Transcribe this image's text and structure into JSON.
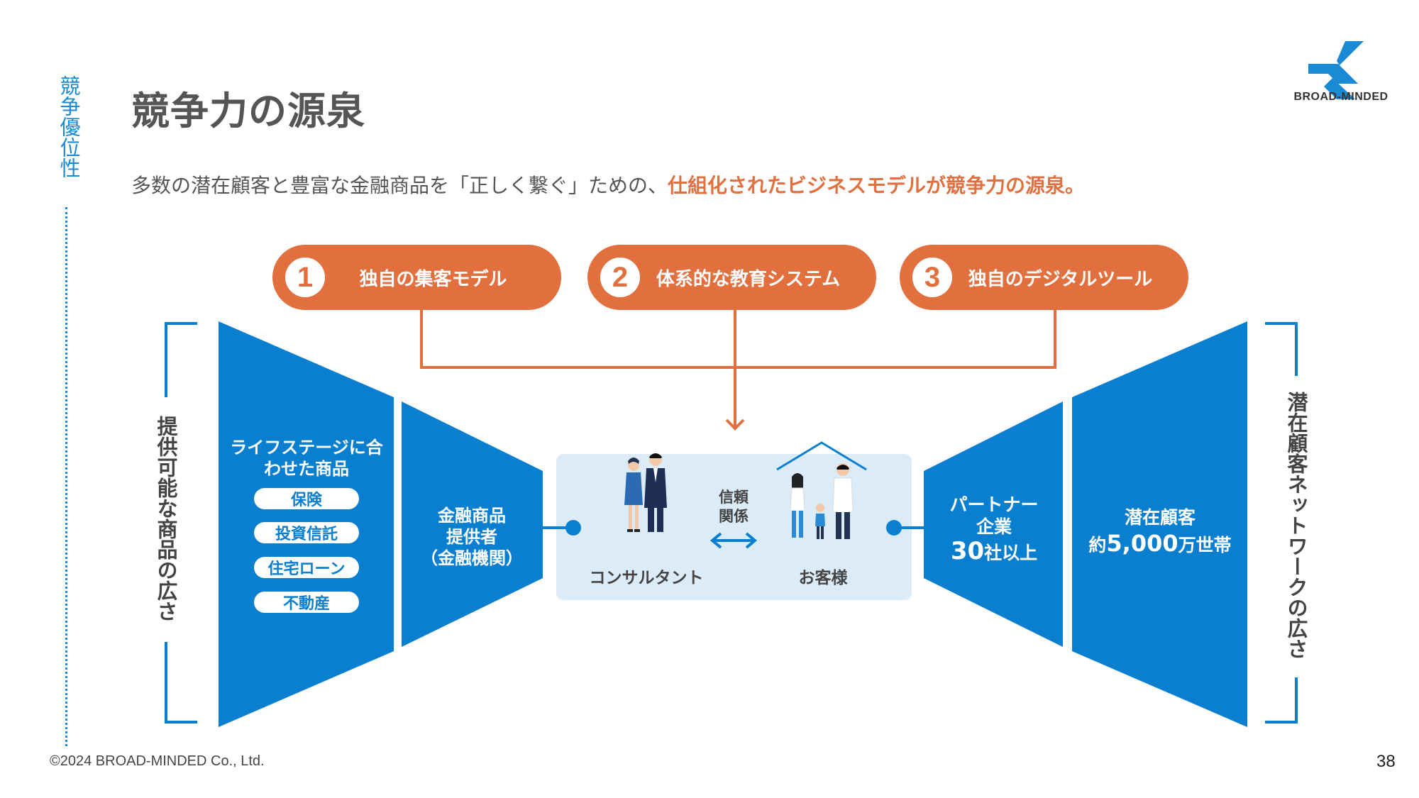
{
  "section_tag": "競争優位性",
  "title": "競争力の源泉",
  "subtitle": {
    "normal": "多数の潜在顧客と豊富な金融商品を「正しく繋ぐ」ための、",
    "highlight": "仕組化されたビジネスモデルが競争力の源泉。"
  },
  "logo": {
    "text": "BROAD-MINDED",
    "icon": "broad-minded-logo"
  },
  "pills": [
    {
      "num": "1",
      "label": "独自の集客モデル"
    },
    {
      "num": "2",
      "label": "体系的な教育システム"
    },
    {
      "num": "3",
      "label": "独自のデジタルツール"
    }
  ],
  "left_side_label": "提供可能な商品の広さ",
  "right_side_label": "潜在顧客ネットワークの広さ",
  "products_block": {
    "heading": "ライフステージに合わせた商品",
    "tags": [
      "保険",
      "投資信託",
      "住宅ローン",
      "不動産"
    ]
  },
  "provider_block": {
    "line1": "金融商品",
    "line2": "提供者",
    "line3": "（金融機関）"
  },
  "center": {
    "consultant_label": "コンサルタント",
    "customer_label": "お客様",
    "trust_label_1": "信頼",
    "trust_label_2": "関係"
  },
  "partner_block": {
    "line1": "パートナー",
    "line2": "企業",
    "count": "30",
    "count_suffix": "社以上"
  },
  "customers_block": {
    "line1": "潜在顧客",
    "prefix": "約",
    "count": "5,000",
    "suffix": "万世帯"
  },
  "footer": {
    "copyright": "©2024 BROAD-MINDED Co., Ltd.",
    "page": "38"
  },
  "colors": {
    "blue": "#0a7fcf",
    "orange": "#e2703f",
    "light_blue": "#dcebf8",
    "section": "#1a8ad4"
  }
}
